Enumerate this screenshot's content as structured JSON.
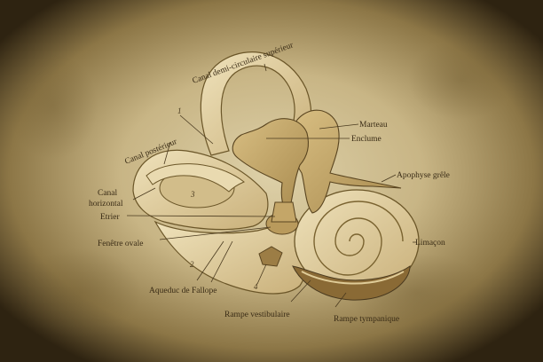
{
  "diagram": {
    "labels": {
      "canal_superieur": "Canal demi-circulaire supérieur",
      "canal_posterieur": "Canal postérieur",
      "canal_horizontal_1": "Canal",
      "canal_horizontal_2": "horizontal",
      "etrier": "Etrier",
      "fenetre_ovale": "Fenêtre ovale",
      "aqueduc": "Aqueduc de Fallope",
      "marteau": "Marteau",
      "enclume": "Enclume",
      "apophyse": "Apophyse grêle",
      "limacon": "Limaçon",
      "rampe_vestibulaire": "Rampe vestibulaire",
      "rampe_tympanique": "Rampe tympanique"
    },
    "numbers": {
      "n1": "1",
      "n2": "2",
      "n3": "3",
      "n4": "4"
    }
  },
  "colors": {
    "parchment_light": "#d9c9a0",
    "parchment_mid": "#bfa877",
    "vignette_dark": "#2a1f10",
    "ink": "#3a2c16",
    "bone": "#e8d9b0",
    "bone_shadow": "#b39a63"
  }
}
